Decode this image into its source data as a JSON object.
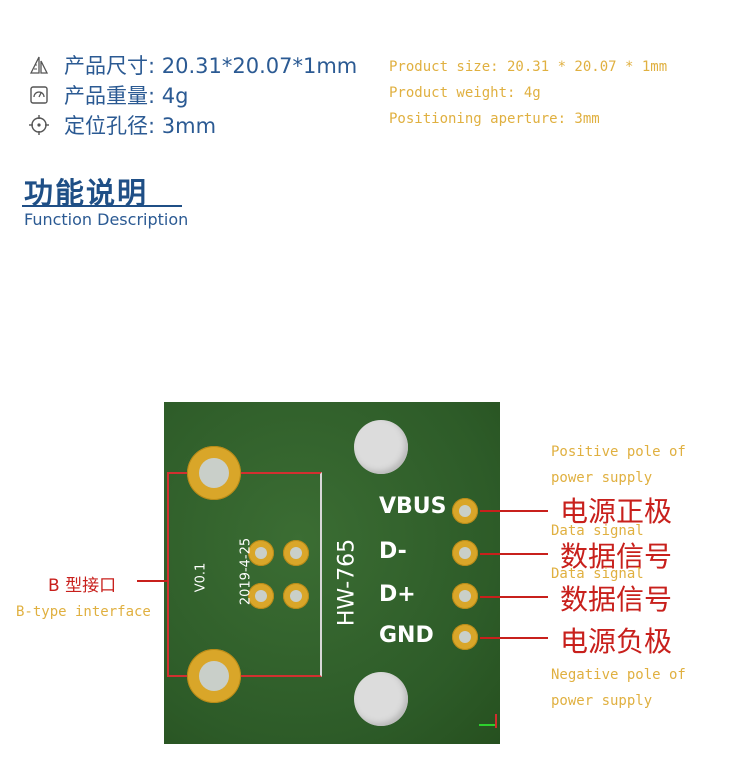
{
  "specs": {
    "size_cn": "产品尺寸: 20.31*20.07*1mm",
    "weight_cn": "产品重量: 4g",
    "aperture_cn": "定位孔径: 3mm",
    "size_en": "Product size: 20.31 * 20.07 * 1mm",
    "weight_en": "Product weight: 4g",
    "aperture_en": "Positioning aperture: 3mm"
  },
  "section": {
    "title": "功能说明",
    "subtitle": "Function Description"
  },
  "board": {
    "version": "V0.1",
    "date": "2019-4-25",
    "model": "HW-765",
    "pins": [
      "VBUS",
      "D-",
      "D+",
      "GND"
    ]
  },
  "annotations": {
    "btype_cn": "B 型接口",
    "btype_en": "B-type interface",
    "positive_en_1": "Positive pole of",
    "positive_en_2": "power supply",
    "positive_cn": "电源正极",
    "data1_en": "Data signal",
    "data1_cn": "数据信号",
    "data2_en": "Data signal",
    "data2_cn": "数据信号",
    "negative_cn": "电源负极",
    "negative_en_1": "Negative pole of",
    "negative_en_2": "power supply"
  },
  "colors": {
    "accent_blue": "#2b5a93",
    "annotation_red": "#c8201c",
    "note_gold": "#e0b040",
    "pcb_green": "#2f5f2b"
  }
}
